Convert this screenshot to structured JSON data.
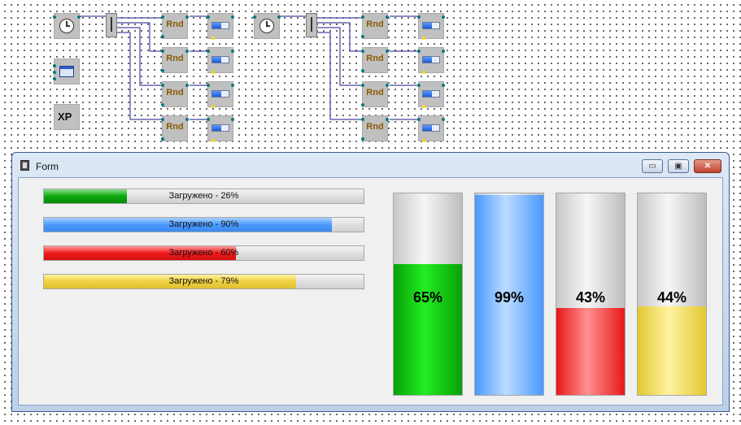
{
  "window": {
    "title": "Form",
    "minimize_glyph": "▭",
    "maximize_glyph": "▣",
    "close_glyph": "✕"
  },
  "schematic": {
    "rnd_label": "Rnd",
    "xp_label": "XP"
  },
  "progress_bars": [
    {
      "label": "Загружено - 26%",
      "value": 26,
      "color": "#0aa80a"
    },
    {
      "label": "Загружено - 90%",
      "value": 90,
      "color": "#4a9aff"
    },
    {
      "label": "Загружено - 60%",
      "value": 60,
      "color": "#f01a1a"
    },
    {
      "label": "Загружено - 79%",
      "value": 79,
      "color": "#eed040"
    }
  ],
  "gauges": [
    {
      "label": "65%",
      "value": 65,
      "color": "#22ee22"
    },
    {
      "label": "99%",
      "value": 99,
      "color": "#4a98ff"
    },
    {
      "label": "43%",
      "value": 43,
      "color": "#f01a1a"
    },
    {
      "label": "44%",
      "value": 44,
      "color": "#e2c830"
    }
  ]
}
